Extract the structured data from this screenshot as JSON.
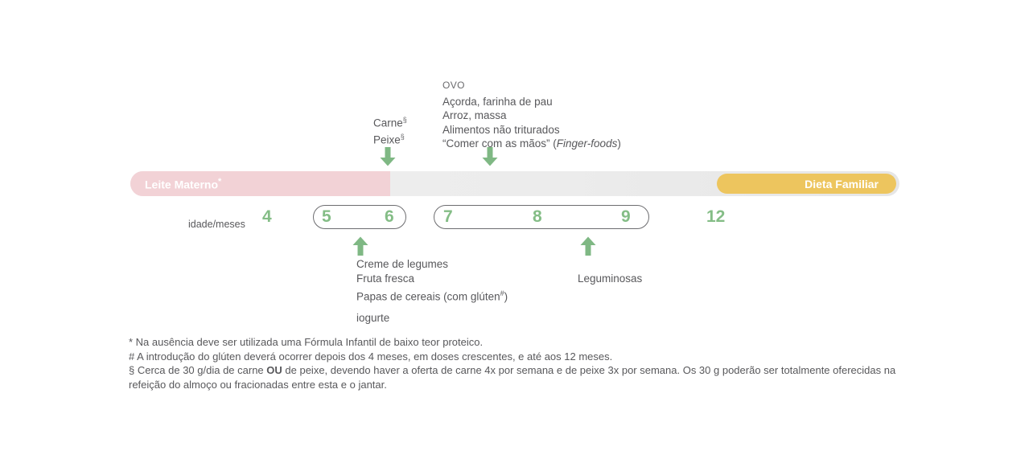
{
  "figure": {
    "title_present": false,
    "colors": {
      "green_accent": "#84bd86",
      "pink_segment": "#f2d2d6",
      "yellow_segment": "#edc55e",
      "track_gray": "#ececec",
      "text_gray": "#58585b",
      "capsule_border": "#6d6d70"
    }
  },
  "timeline": {
    "breast_milk_label": "Leite Materno",
    "breast_milk_sup": "*",
    "family_diet_label": "Dieta Familiar",
    "age_axis_label": "idade/meses",
    "age_marks": [
      "4",
      "5",
      "6",
      "7",
      "8",
      "9",
      "12"
    ],
    "capsules": [
      {
        "from": "5",
        "to": "6"
      },
      {
        "from": "7",
        "to": "9"
      }
    ]
  },
  "top_annotations": [
    {
      "name": "meat-fish-group",
      "arrow": "down-arrow",
      "lines": [
        {
          "text": "Carne",
          "sup": "§"
        },
        {
          "text": "Peixe",
          "sup": "§"
        }
      ]
    },
    {
      "name": "egg-and-solids-group",
      "arrow": "down-arrow",
      "lines": [
        {
          "text": "OVO",
          "style": "small-caps"
        },
        {
          "text": "Açorda, farinha de pau"
        },
        {
          "text": "Arroz, massa"
        },
        {
          "text": "Alimentos não triturados"
        },
        {
          "text": "“Comer com as mãos” (",
          "italic_part": "Finger-foods",
          "text_end": ")"
        }
      ]
    }
  ],
  "bottom_annotations": [
    {
      "name": "vegetables-fruit-cereals-group",
      "arrow": "up-arrow",
      "lines": [
        {
          "text": "Creme de legumes"
        },
        {
          "text": "Fruta fresca"
        },
        {
          "text": "Papas de cereais (com glúten",
          "sup": "#",
          "text_end": ")"
        },
        {
          "text": "iogurte"
        }
      ]
    },
    {
      "name": "legumes-group",
      "arrow": "up-arrow",
      "lines": [
        {
          "text": "Leguminosas"
        }
      ]
    }
  ],
  "footnotes": {
    "line1": "* Na ausência deve ser utilizada uma Fórmula Infantil de baixo teor proteico.",
    "line2": "# A introdução do glúten deverá ocorrer depois dos 4 meses, em doses crescentes, e até aos 12 meses.",
    "line3_a": "§ Cerca de 30 g/dia de carne ",
    "line3_bold": "OU",
    "line3_b": " de peixe, devendo haver a oferta de carne 4x por semana e de peixe 3x por semana. Os 30 g poderão ser totalmente oferecidas na refeição do almoço ou fracionadas entre esta e o jantar."
  }
}
